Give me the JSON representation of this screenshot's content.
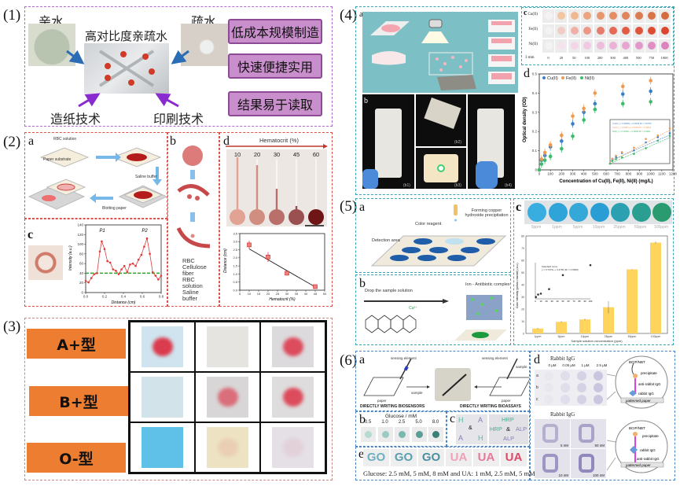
{
  "panels": {
    "p1": {
      "label": "(1)",
      "hydrophilic": "亲水",
      "hydrophobic": "疏水",
      "center_title": "高对比度亲疏水",
      "papermaking": "造纸技术",
      "printing": "印刷技术",
      "features": [
        "低成本规模制造",
        "快速便捷实用",
        "结果易于读取"
      ]
    },
    "p2": {
      "label": "(2)",
      "a": {
        "label": "a",
        "rbc_solution": "RBC solution",
        "paper_substrate": "Paper substrate",
        "saline_buffer": "Saline buffer",
        "blotting_paper": "Blotting paper"
      },
      "b": {
        "label": "b",
        "legend": [
          "RBC",
          "Cellulose fiber",
          "RBC solution",
          "Saline buffer"
        ]
      },
      "c": {
        "label": "c"
      },
      "d": {
        "label": "d",
        "hematocrit_title": "Hematocrit (%)",
        "hematocrit_values": [
          "10",
          "20",
          "30",
          "45",
          "60"
        ]
      }
    },
    "p3": {
      "label": "(3)",
      "rows": [
        "A+型",
        "B+型",
        "O-型"
      ]
    },
    "p4": {
      "label": "(4)",
      "a": {
        "label": "a"
      },
      "b": {
        "label": "b",
        "sub_labels": [
          "(b1)",
          "(b2)",
          "(b3)",
          "(b4)"
        ]
      },
      "c": {
        "label": "c",
        "rows": [
          "Cu(II)",
          "Fe(II)",
          "Ni(II)"
        ],
        "scale": "3 mm",
        "concentrations": [
          "0",
          "20",
          "50",
          "100",
          "200",
          "300",
          "400",
          "500",
          "750",
          "1000"
        ]
      },
      "d": {
        "label": "d"
      }
    },
    "p5": {
      "label": "(5)",
      "a": {
        "label": "a",
        "color_reagent": "Color reagent",
        "forming": "Forming copper hydroxide precipitation",
        "detection_area": "Detection area"
      },
      "b": {
        "label": "b",
        "drop": "Drop the sample solution",
        "complex": "Ion - Antibiotic complex"
      },
      "c": {
        "label": "c",
        "spot_labels": [
          "0ppm",
          "1ppm",
          "5ppm",
          "10ppm",
          "25ppm",
          "50ppm",
          "100ppm"
        ]
      }
    },
    "p6": {
      "label": "(6)",
      "a": {
        "label": "a",
        "sensing_element": "sensing element",
        "sample": "sample",
        "paper": "paper",
        "writing_biosensors": "DIRECTLY WRITING BIOSENSORS",
        "writing_bioassays": "DIRECTLY WRITING BIOASSAYS"
      },
      "b": {
        "label": "b",
        "title": "Glucose / mM",
        "values": [
          "0.5",
          "1.0",
          "2.5",
          "5.0",
          "8.0"
        ]
      },
      "c": {
        "label": "c",
        "letters": [
          "H",
          "A",
          "&",
          "A",
          "H"
        ],
        "words": [
          "HRP",
          "HRP",
          "&",
          "ALP",
          "ALP"
        ]
      },
      "e": {
        "label": "e",
        "words": [
          "GO",
          "GO",
          "GO",
          "UA",
          "UA",
          "UA"
        ],
        "caption": "Glucose: 2.5 mM, 5 mM, 8 mM and UA: 1 mM, 2.5 mM, 5 mM."
      },
      "d": {
        "label": "d",
        "title1": "Rabbit IgG",
        "cols": [
          "0 μM",
          "0.05 μM",
          "1 μM",
          "2.5 μM"
        ],
        "rows": [
          "a",
          "b",
          "c"
        ],
        "title2": "Rabbit IgG",
        "nm_labels": [
          "5 nM",
          "50 nM",
          "10 nM",
          "100 nM"
        ],
        "diagram1": [
          "BCIP/NBT",
          "precipitate",
          "anti-rabbit IgG",
          "rabbit IgG",
          "patterned paper"
        ],
        "diagram2": [
          "BCIP/NBT",
          "precipitate",
          "rabbit IgG",
          "anti-rabbit IgG",
          "patterned paper"
        ]
      }
    }
  },
  "chart_data": [
    {
      "id": "p2c",
      "type": "line",
      "title": "",
      "xlabel": "Distance (cm)",
      "ylabel": "Intensity (a.u.)",
      "xlim": [
        0,
        0.8
      ],
      "ylim": [
        0,
        140
      ],
      "xticks": [
        "0.0",
        "0.2",
        "0.4",
        "0.6",
        "0.8"
      ],
      "yticks": [
        "0",
        "20",
        "40",
        "60",
        "80",
        "100",
        "120",
        "140"
      ],
      "annotations": [
        "P1",
        "P2"
      ],
      "threshold": 40,
      "series": [
        {
          "name": "intensity",
          "color": "#e03a3a",
          "x": [
            0.0,
            0.03,
            0.06,
            0.09,
            0.12,
            0.15,
            0.17,
            0.2,
            0.23,
            0.26,
            0.29,
            0.32,
            0.35,
            0.38,
            0.41,
            0.44,
            0.47,
            0.5,
            0.53,
            0.56,
            0.59,
            0.62,
            0.65,
            0.68,
            0.71,
            0.74,
            0.77,
            0.8
          ],
          "y": [
            24,
            21,
            30,
            38,
            40,
            85,
            106,
            90,
            65,
            62,
            48,
            45,
            38,
            48,
            55,
            42,
            58,
            60,
            55,
            68,
            78,
            95,
            112,
            80,
            42,
            35,
            27,
            35
          ]
        }
      ]
    },
    {
      "id": "p2d",
      "type": "scatter",
      "xlabel": "Hematocrit (%)",
      "ylabel": "Distance (cm)",
      "xlim": [
        5,
        50
      ],
      "ylim": [
        0,
        3.5
      ],
      "xticks": [
        "5",
        "10",
        "15",
        "20",
        "25",
        "30",
        "35",
        "40",
        "45",
        "50"
      ],
      "yticks": [
        "0.0",
        "0.5",
        "1.0",
        "1.5",
        "2.0",
        "2.5",
        "3.0",
        "3.5"
      ],
      "series": [
        {
          "name": "distance",
          "x": [
            10,
            20,
            30,
            45
          ],
          "y": [
            2.8,
            2.05,
            1.05,
            0.22
          ],
          "err": [
            0.25,
            0.3,
            0.08,
            0.05
          ]
        }
      ],
      "fit": {
        "x": [
          10,
          45
        ],
        "y": [
          2.55,
          0.2
        ]
      }
    },
    {
      "id": "p4d",
      "type": "scatter",
      "xlabel": "Concentration of Cu(II), Fe(II), Ni(II) (mg/L)",
      "ylabel": "Optical density (OD)",
      "xlim": [
        0,
        1200
      ],
      "ylim": [
        0,
        0.5
      ],
      "xticks": [
        "0",
        "100",
        "200",
        "300",
        "400",
        "500",
        "600",
        "700",
        "800",
        "900",
        "1000",
        "1100",
        "1200"
      ],
      "yticks": [
        "0",
        "0.1",
        "0.2",
        "0.3",
        "0.4",
        "0.5"
      ],
      "legend": "top-left",
      "x": [
        0,
        20,
        50,
        100,
        200,
        300,
        400,
        500,
        750,
        1000
      ],
      "series": [
        {
          "name": "Cu(II)",
          "color": "#3d7fc4",
          "values": [
            0,
            0.05,
            0.075,
            0.12,
            0.15,
            0.24,
            0.3,
            0.345,
            0.395,
            0.41
          ]
        },
        {
          "name": "Fe(II)",
          "color": "#ef9a52",
          "values": [
            0,
            0.055,
            0.09,
            0.13,
            0.18,
            0.28,
            0.32,
            0.4,
            0.435,
            0.465
          ]
        },
        {
          "name": "Ni(II)",
          "color": "#3dbb6b",
          "values": [
            0,
            0.03,
            0.05,
            0.07,
            0.11,
            0.175,
            0.26,
            0.315,
            0.345,
            0.355
          ]
        }
      ],
      "inset": {
        "xlabel": "Concentration of Cu(II), Fe(II), Ni(II) (mg/L)",
        "ylabel": "Optical density (OD)",
        "xticks": [
          "0",
          "100",
          "200",
          "300",
          "400",
          "500"
        ],
        "yticks": [
          "0",
          "0.1",
          "0.2",
          "0.3",
          "0.4",
          "0.5"
        ],
        "equations": [
          "Cu(II)  y = 0.0006x + 0.0343  R² = 0.9793",
          "Fe(II)  y = 0.0007x + 0.0349  R² = 0.9813",
          "Ni(II)  y = 0.0006x + 0.0069  R² = 0.9901"
        ]
      }
    },
    {
      "id": "p5c",
      "type": "bar",
      "xlabel": "Sample solution concentration (ppm)",
      "ylabel": "Color intensity (yellow channel) (a.u.)",
      "categories": [
        "1ppm",
        "5ppm",
        "10ppm",
        "25ppm",
        "50ppm",
        "100ppm"
      ],
      "values": [
        4,
        9.5,
        11.5,
        21.5,
        52.5,
        74.5
      ],
      "err": [
        0.6,
        0.6,
        0.6,
        5,
        0.3,
        0.8
      ],
      "ylim": [
        0,
        80
      ],
      "yticks": [
        "0",
        "10",
        "20",
        "30",
        "40",
        "50",
        "60",
        "70",
        "80"
      ],
      "color": "#ffd45c",
      "inset": {
        "legend": "Standard curve",
        "equation": "y = 0.7373x + 3.4765 (R² = 0.9695)",
        "xticks": [
          "0",
          "10",
          "20",
          "30",
          "40",
          "50",
          "60",
          "70",
          "80",
          "90",
          "100"
        ],
        "x": [
          1,
          5,
          10,
          25,
          50,
          100
        ],
        "y": [
          4,
          9.5,
          11.5,
          21.5,
          52.5,
          74.5
        ]
      }
    }
  ]
}
